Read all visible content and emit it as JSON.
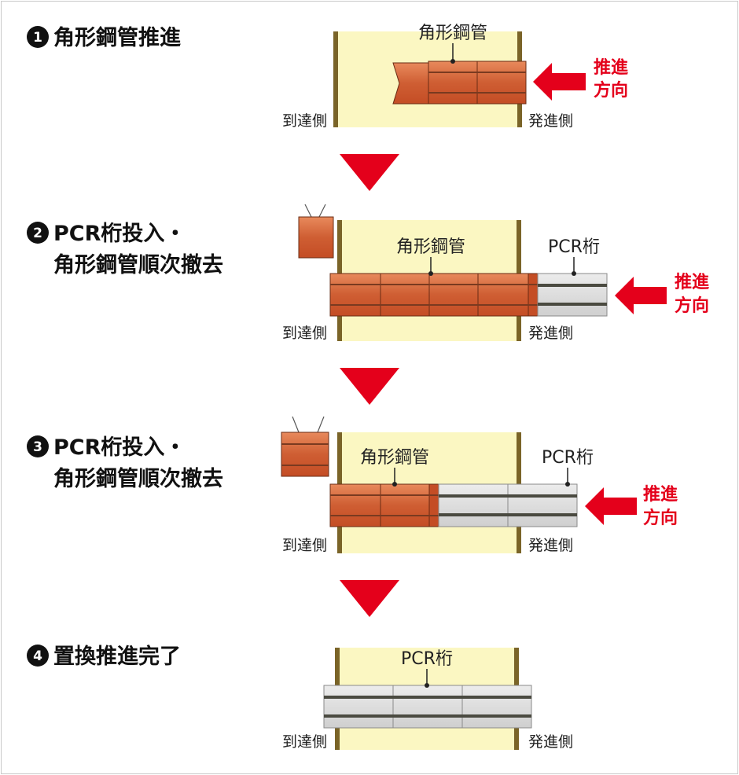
{
  "colors": {
    "ground_fill": "#fbf7c2",
    "wall": "#7a6428",
    "steel_pipe": "#d4693c",
    "steel_pipe_band": "#7a3a20",
    "pcr_fill": "#dadada",
    "pcr_band": "#4a4a40",
    "accent_red": "#e4001b"
  },
  "steps": [
    {
      "number": "1",
      "title_lines": [
        "角形鋼管推進"
      ],
      "labels": {
        "pipe": "角形鋼管",
        "direction": [
          "推進",
          "方向"
        ],
        "arrival": "到達側",
        "departure": "発進側"
      }
    },
    {
      "number": "2",
      "title_lines": [
        "PCR桁投入・",
        "角形鋼管順次撤去"
      ],
      "labels": {
        "pipe": "角形鋼管",
        "pcr": "PCR桁",
        "direction": [
          "推進",
          "方向"
        ],
        "arrival": "到達側",
        "departure": "発進側"
      }
    },
    {
      "number": "3",
      "title_lines": [
        "PCR桁投入・",
        "角形鋼管順次撤去"
      ],
      "labels": {
        "pipe": "角形鋼管",
        "pcr": "PCR桁",
        "direction": [
          "推進",
          "方向"
        ],
        "arrival": "到達側",
        "departure": "発進側"
      }
    },
    {
      "number": "4",
      "title_lines": [
        "置換推進完了"
      ],
      "labels": {
        "pcr": "PCR桁",
        "arrival": "到達側",
        "departure": "発進側"
      }
    }
  ]
}
